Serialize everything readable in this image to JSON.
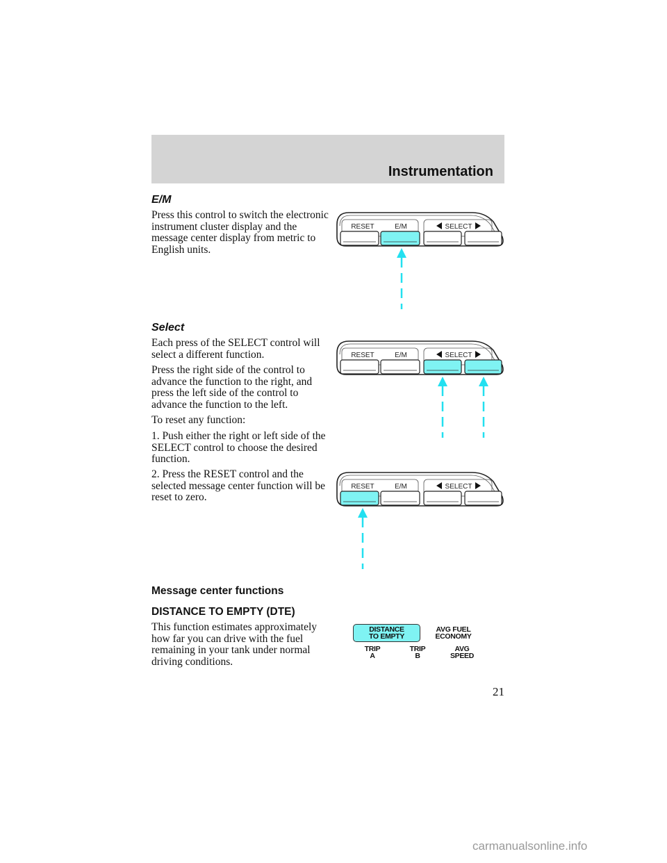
{
  "header": {
    "title": "Instrumentation"
  },
  "controls": {
    "reset": "RESET",
    "em": "E/M",
    "select": "SELECT"
  },
  "sections": {
    "em": {
      "heading": "E/M",
      "body": "Press this control to switch the electronic instrument cluster display and the message center display from metric to English units."
    },
    "select": {
      "heading": "Select",
      "p1": "Each press of the SELECT control will select a different function.",
      "p2": "Press the right side of the control to advance the function to the right, and press the left side of the control to advance the function to the left.",
      "p3": "To reset any function:",
      "p4": "1. Push either the right or left side of the SELECT control to choose the desired function.",
      "p5": "2. Press the RESET control and the selected message center function will be reset to zero."
    },
    "message_center": {
      "heading": "Message center functions",
      "subheading": "DISTANCE TO EMPTY (DTE)",
      "body": "This function estimates approximately how far you can drive with the fuel remaining in your tank under normal driving conditions."
    }
  },
  "message_center_display": {
    "dte": [
      "DISTANCE",
      "TO EMPTY"
    ],
    "avg_fuel": [
      "AVG FUEL",
      "ECONOMY"
    ],
    "trip_a": [
      "TRIP",
      "A"
    ],
    "trip_b": [
      "TRIP",
      "B"
    ],
    "avg_speed": [
      "AVG",
      "SPEED"
    ]
  },
  "colors": {
    "highlight": "#7ff3f3",
    "arrow": "#22e0f0"
  },
  "page_number": "21",
  "watermark": "carmanualsonline.info"
}
